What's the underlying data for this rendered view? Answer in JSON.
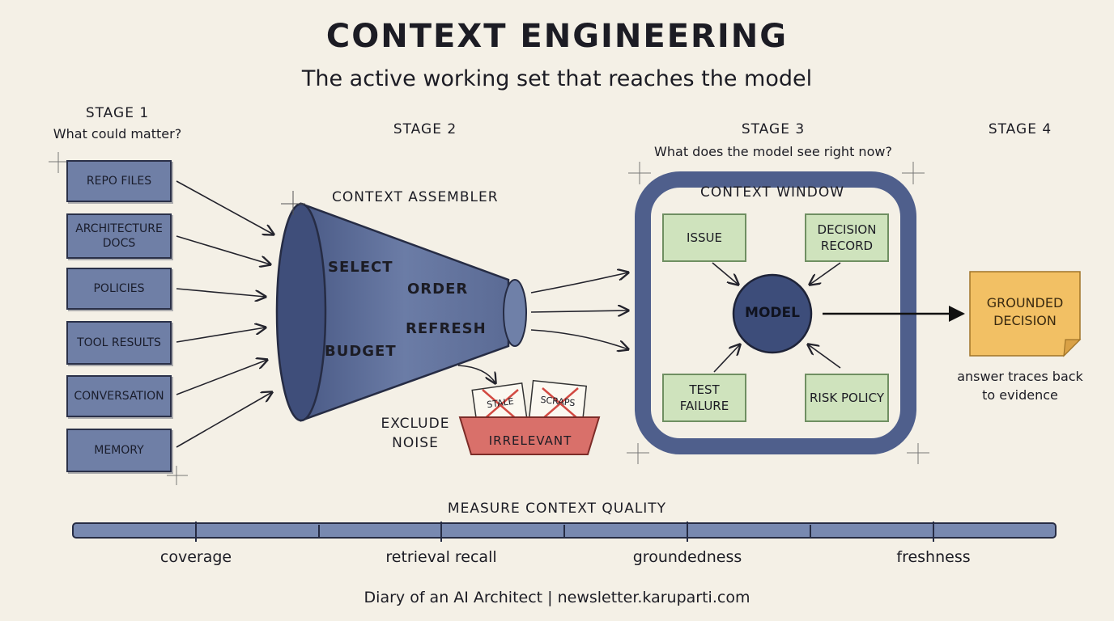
{
  "header": {
    "title": "CONTEXT ENGINEERING",
    "subtitle": "The active working set that reaches the model"
  },
  "stage1": {
    "label": "STAGE 1",
    "question": "What could matter?",
    "sources": [
      {
        "label": "REPO FILES"
      },
      {
        "label": "ARCHITECTURE DOCS"
      },
      {
        "label": "POLICIES"
      },
      {
        "label": "TOOL RESULTS"
      },
      {
        "label": "CONVERSATION"
      },
      {
        "label": "MEMORY"
      }
    ]
  },
  "stage2": {
    "label": "STAGE 2",
    "assembler_label": "CONTEXT ASSEMBLER",
    "ops": {
      "select": "SELECT",
      "order": "ORDER",
      "refresh": "REFRESH",
      "budget": "BUDGET"
    },
    "exclude_label": "EXCLUDE NOISE",
    "bin": {
      "card1": "STALE",
      "card2": "SCRAPS",
      "label": "IRRELEVANT"
    }
  },
  "stage3": {
    "label": "STAGE 3",
    "question": "What does the model see right now?",
    "window_label": "CONTEXT WINDOW",
    "items": {
      "issue": "ISSUE",
      "decision_record": "DECISION RECORD",
      "test_failure": "TEST FAILURE",
      "risk_policy": "RISK POLICY"
    },
    "model": "MODEL"
  },
  "stage4": {
    "label": "STAGE 4",
    "output": "GROUNDED DECISION",
    "note": "answer traces back to evidence"
  },
  "quality": {
    "title": "MEASURE CONTEXT QUALITY",
    "metrics": [
      "coverage",
      "retrieval recall",
      "groundedness",
      "freshness"
    ]
  },
  "footer": {
    "credit": "Diary of an AI Architect | newsletter.karuparti.com"
  },
  "colors": {
    "background": "#f4f0e6",
    "funnel_blue": "#5d6f9a",
    "ink": "#1c1c24",
    "context_green": "#cfe3bd",
    "decision_orange": "#f2c064",
    "noise_red": "#d9706a"
  }
}
